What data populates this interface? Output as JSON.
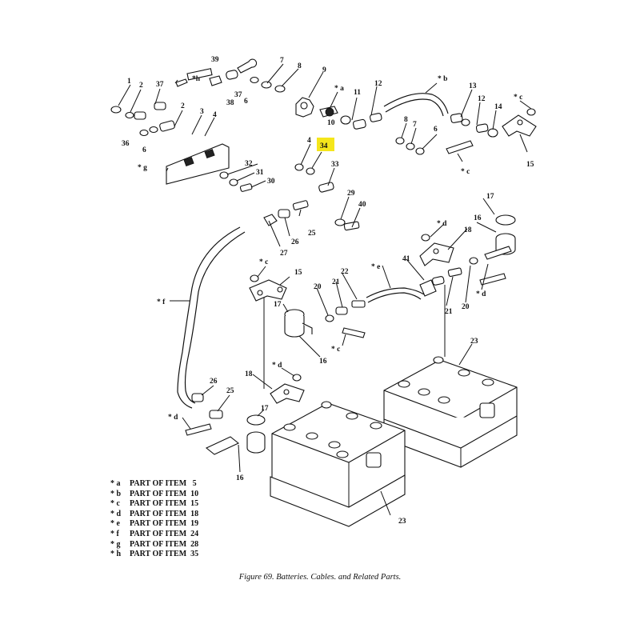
{
  "callouts": {
    "c39": "39",
    "c7": "7",
    "c8": "8",
    "c9": "9",
    "ca1": "* a",
    "ch": "*h",
    "c37a": "37",
    "c37b": "37",
    "c38": "38",
    "c6a": "6",
    "c1": "1",
    "c2a": "2",
    "c36": "36",
    "c2b": "2",
    "c3": "3",
    "c4a": "4",
    "c6b": "6",
    "c10": "10",
    "c11": "11",
    "c12a": "12",
    "cb": "* b",
    "c13": "13",
    "c12b": "12",
    "c14": "14",
    "cc1": "* c",
    "c15a": "15",
    "c8b": "8",
    "c7b": "7",
    "c6c": "6",
    "cc2": "* c",
    "cg": "* g",
    "c4b": "4",
    "c34": "34",
    "c32": "32",
    "c31": "31",
    "c30": "30",
    "c33": "33",
    "c29": "29",
    "c40": "40",
    "c27": "27",
    "c26a": "26",
    "c25a": "25",
    "cf": "* f",
    "cc3": "* c",
    "c15b": "15",
    "c22": "22",
    "ce": "* e",
    "c41": "41",
    "c20a": "20",
    "c21a": "21",
    "c17a": "17",
    "c16a": "16",
    "cc4": "* c",
    "cd1": "* d",
    "c18a": "18",
    "c17b": "17",
    "c16b": "16",
    "c21b": "21",
    "c20b": "20",
    "cd2": "* d",
    "c23a": "23",
    "cd3": "* d",
    "c18b": "18",
    "c26b": "26",
    "c25b": "25",
    "c17c": "17",
    "cd4": "* d",
    "c16c": "16",
    "c23b": "23"
  },
  "highlight": {
    "item": "34",
    "color": "#f5e61b"
  },
  "legend": [
    {
      "key": "* a",
      "text": "PART OF ITEM   5"
    },
    {
      "key": "* b",
      "text": "PART OF ITEM  10"
    },
    {
      "key": "* c",
      "text": "PART OF ITEM  15"
    },
    {
      "key": "* d",
      "text": "PART OF ITEM  18"
    },
    {
      "key": "* e",
      "text": "PART OF ITEM  19"
    },
    {
      "key": "* f",
      "text": "PART OF ITEM  24"
    },
    {
      "key": "* g",
      "text": "PART OF ITEM  28"
    },
    {
      "key": "* h",
      "text": "PART OF ITEM  35"
    }
  ],
  "caption": "Figure 69.  Batteries. Cables. and Related Parts."
}
